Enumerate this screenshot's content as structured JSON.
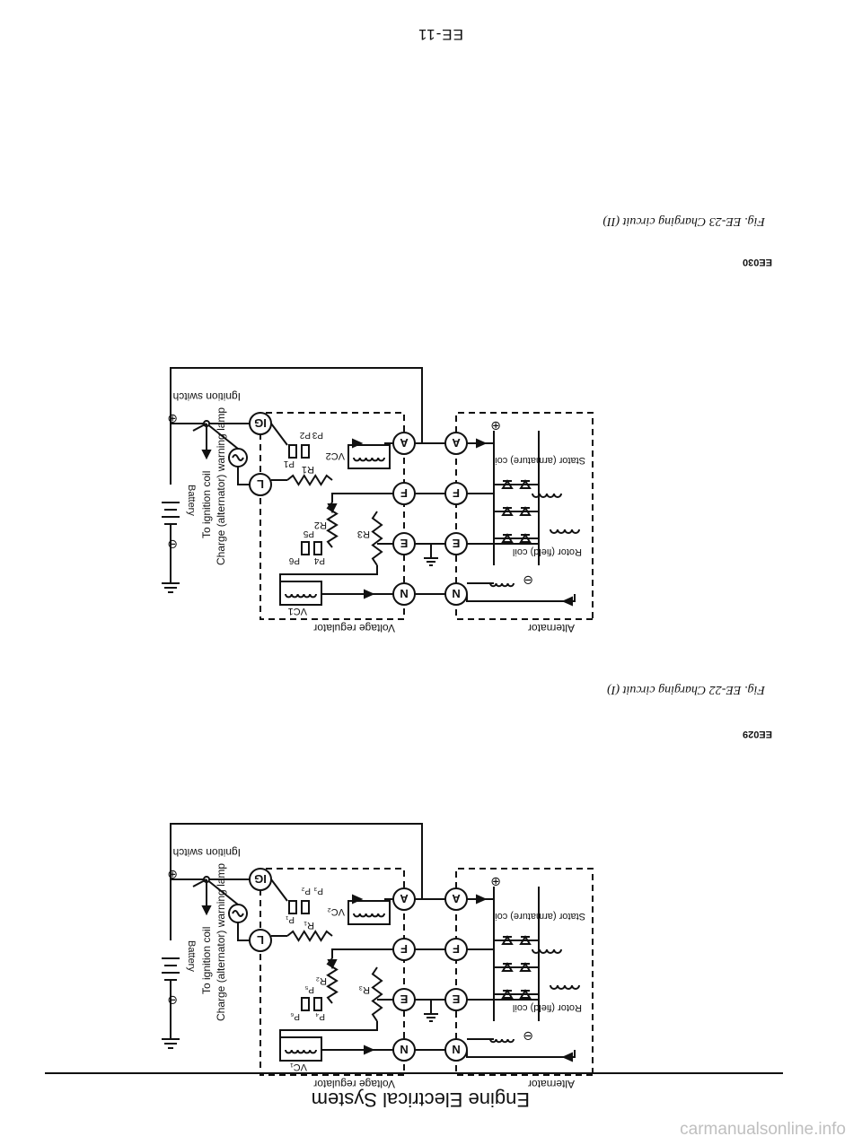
{
  "header": {
    "section_title": "Engine Electrical System",
    "page_number": "EE-11"
  },
  "watermark": "carmanualsonline.info",
  "figures": [
    {
      "code": "EE029",
      "caption": "Fig. EE-22 Charging circuit (I)",
      "labels": {
        "alternator": "Alternator",
        "voltage_regulator": "Voltage regulator",
        "stator": "Stator (armature) coil",
        "rotor": "Rotor (field) coil",
        "battery": "Battery",
        "ignition_switch": "Ignition switch",
        "charge_lamp": "Charge (alternator) warning lamp",
        "to_ignition_coil": "To ignition coil",
        "terminals": {
          "A": "A",
          "F": "F",
          "E": "E",
          "N": "N",
          "IG": "IG",
          "L": "L"
        },
        "parts": {
          "R1": "R₁",
          "R2": "R₂",
          "R3": "R₃",
          "VC1": "VC₁",
          "VC2": "VC₂",
          "P1": "P₁",
          "P2": "P₂",
          "P3": "P₃",
          "P4": "P₄",
          "P5": "P₅",
          "P6": "P₆"
        }
      }
    },
    {
      "code": "EE030",
      "caption": "Fig. EE-23 Charging circuit (II)",
      "labels": {
        "alternator": "Alternator",
        "voltage_regulator": "Voltage regulator",
        "stator": "Stator (armature) coil",
        "rotor": "Rotor (field) coil",
        "battery": "Battery",
        "ignition_switch": "Ignition switch",
        "charge_lamp": "Charge (alternator) warning lamp",
        "to_ignition_coil": "To ignition coil",
        "terminals": {
          "A": "A",
          "F": "F",
          "E": "E",
          "N": "N",
          "IG": "IG",
          "L": "L"
        },
        "parts": {
          "R1": "R1",
          "R2": "R2",
          "R3": "R3",
          "VC1": "VC1",
          "VC2": "VC2",
          "P1": "P1",
          "P2": "P2",
          "P3": "P3",
          "P4": "P4",
          "P5": "P5",
          "P6": "P6"
        }
      }
    }
  ]
}
